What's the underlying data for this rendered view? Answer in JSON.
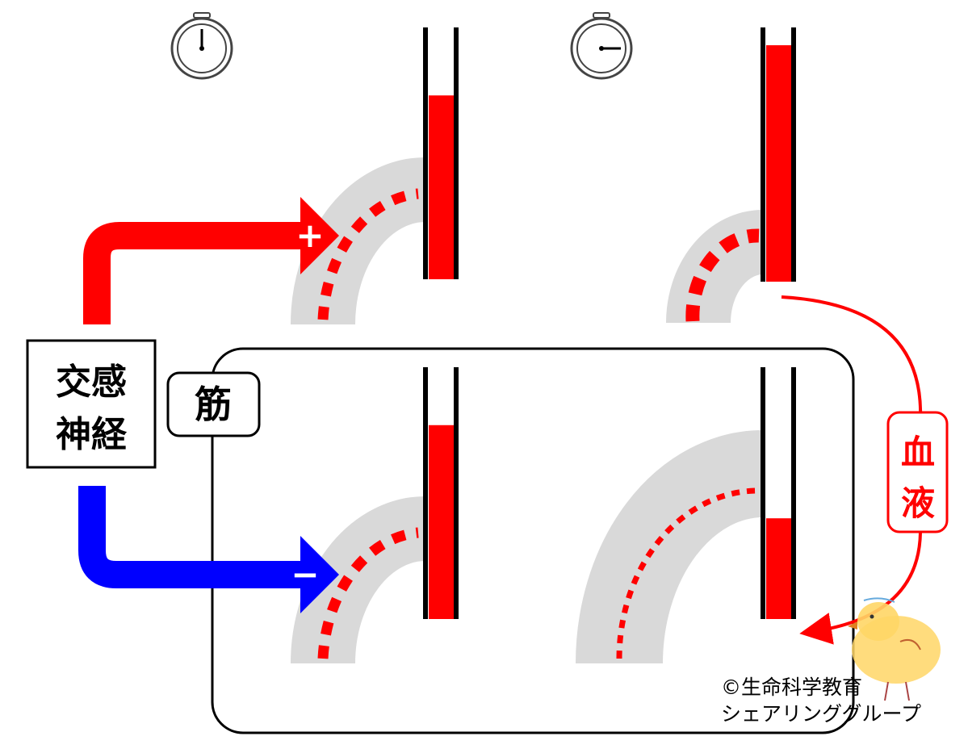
{
  "labels": {
    "sympathetic": [
      "交感",
      "神経"
    ],
    "muscle": "筋",
    "blood": [
      "血",
      "液"
    ],
    "plus_sign": "+",
    "minus_sign": "−"
  },
  "credit": [
    "©生命科学教育",
    "シェアリンググループ"
  ],
  "colors": {
    "red": "#ff0000",
    "blue": "#0000ff",
    "vessel_gray": "#d9d9d9",
    "black": "#000000"
  },
  "tube_fill_levels": {
    "top_left": 0.73,
    "top_right": 0.93,
    "bottom_left": 0.77,
    "bottom_right": 0.4
  },
  "icons": [
    "stopwatch-icon",
    "stopwatch-icon",
    "chick-mascot-icon"
  ]
}
